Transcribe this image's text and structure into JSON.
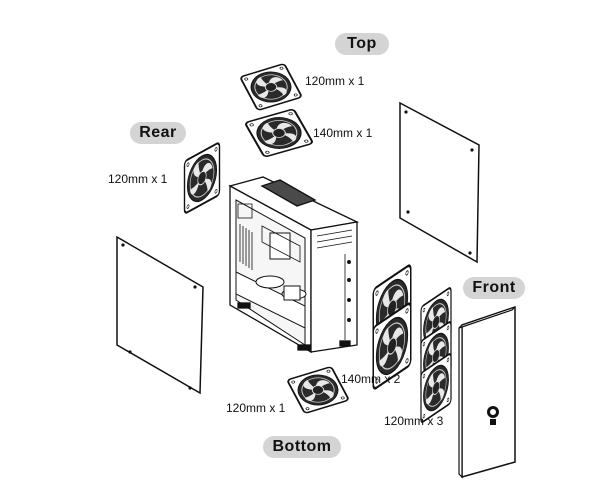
{
  "sections": {
    "top": "Top",
    "rear": "Rear",
    "front": "Front",
    "bottom": "Bottom"
  },
  "fans": {
    "top_120": "120mm x 1",
    "top_140": "140mm x 1",
    "rear_120": "120mm x 1",
    "front_140": "140mm x 2",
    "front_120": "120mm x 3",
    "bottom_120": "120mm x 1"
  }
}
